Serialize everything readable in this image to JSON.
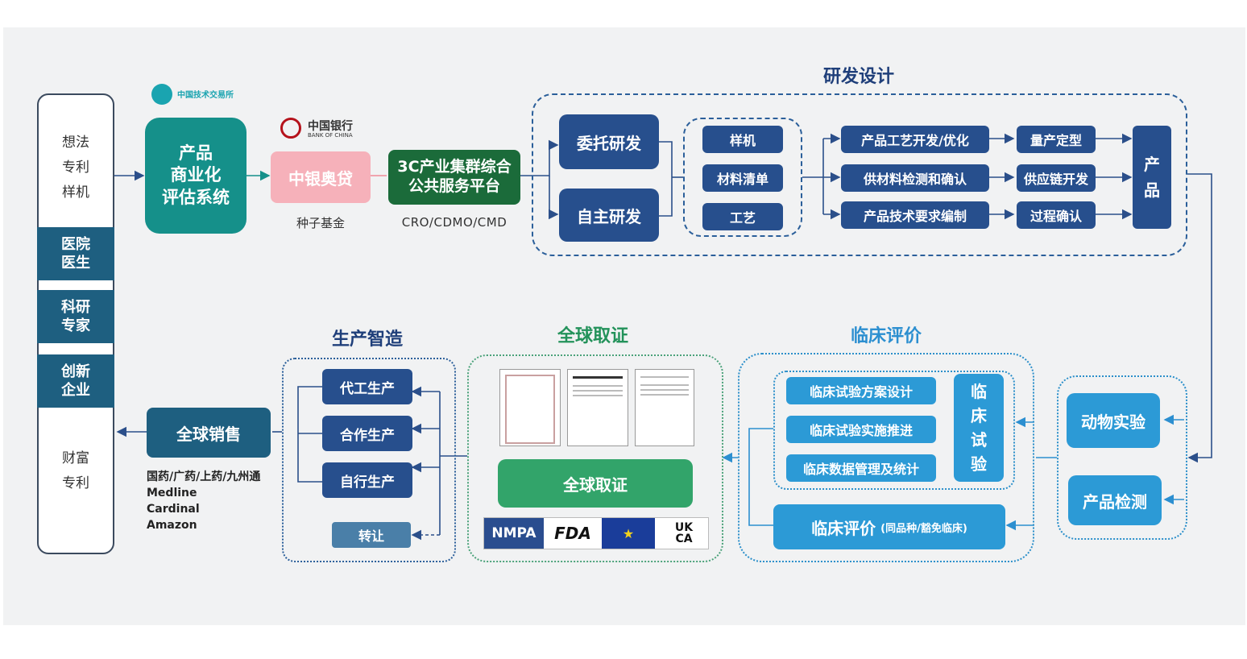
{
  "left_column": {
    "top_items": [
      "想法",
      "专利",
      "样机"
    ],
    "blocks": [
      "医院\n医生",
      "科研\n专家",
      "创新\n企业"
    ],
    "bottom_items": [
      "财富",
      "专利"
    ]
  },
  "top_flow": {
    "logo_top_text": "中国技术交易所",
    "logo_bank_text": "中国银行",
    "logo_bank_sub": "BANK OF CHINA",
    "eval_system": "产品\n商业化\n评估系统",
    "loan": "中银奥贷",
    "loan_caption": "种子基金",
    "platform": "3C产业集群综合\n公共服务平台",
    "platform_caption": "CRO/CDMO/CMD"
  },
  "rd_design": {
    "title": "研发设计",
    "commissioned": "委托研发",
    "self": "自主研发",
    "items": [
      "样机",
      "材料清单",
      "工艺"
    ],
    "process_col1": [
      "产品工艺开发/优化",
      "供材料检测和确认",
      "产品技术要求编制"
    ],
    "process_col2": [
      "量产定型",
      "供应链开发",
      "过程确认"
    ],
    "product": "产\n品"
  },
  "right_tests": {
    "animal": "动物实验",
    "inspection": "产品检测"
  },
  "clinical": {
    "title": "临床评价",
    "steps": [
      "临床试验方案设计",
      "临床试验实施推进",
      "临床数据管理及统计"
    ],
    "trial": "临\n床\n试\n验",
    "evaluation": "临床评价",
    "evaluation_note": "(同品种/豁免临床)"
  },
  "certification": {
    "title": "全球取证",
    "button": "全球取证",
    "marks": [
      "NMPA",
      "FDA",
      "UK\nCA"
    ]
  },
  "manufacturing": {
    "title": "生产智造",
    "items": [
      "代工生产",
      "合作生产",
      "自行生产"
    ],
    "transfer": "转让"
  },
  "sales": {
    "title": "全球销售",
    "channels": [
      "国药/广药/上药/九州通",
      "Medline",
      "Cardinal",
      "Amazon"
    ]
  },
  "colors": {
    "navy": "#274f8d",
    "teal": "#15908a",
    "sky": "#2c9ad6",
    "green": "#32a46a",
    "pink": "#f6b1ba",
    "heading_navy": "#1f3f7a",
    "heading_green": "#23925a",
    "heading_blue": "#2c8fd0"
  }
}
